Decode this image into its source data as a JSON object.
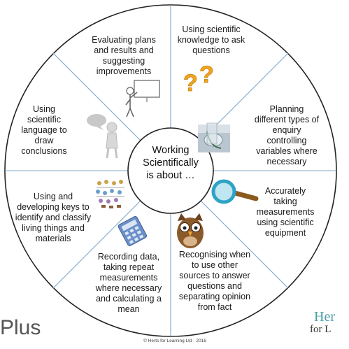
{
  "center": {
    "line1": "Working",
    "line2": "Scientifically",
    "line3": "is about …"
  },
  "segments": [
    {
      "id": "evaluating",
      "lines": [
        "Evaluating plans",
        "and results  and",
        "suggesting",
        "improvements"
      ]
    },
    {
      "id": "asking-questions",
      "lines": [
        "Using scientific",
        "knowledge to ask",
        "questions"
      ]
    },
    {
      "id": "planning",
      "lines": [
        "Planning",
        "different types of",
        "enquiry",
        "controlling",
        "variables where",
        "necessary"
      ]
    },
    {
      "id": "measuring",
      "lines": [
        "Accurately",
        "taking",
        "measurements",
        "using scientific",
        "equipment"
      ]
    },
    {
      "id": "sources",
      "lines": [
        "Recognising when",
        "to use other",
        "sources to answer",
        "questions and",
        "separating opinion",
        "from fact"
      ]
    },
    {
      "id": "recording",
      "lines": [
        "Recording data,",
        "taking repeat",
        "measurements",
        "where necessary",
        "and calculating a",
        "mean"
      ]
    },
    {
      "id": "keys",
      "lines": [
        "Using and",
        "developing keys  to",
        "identify and classify",
        "living things and",
        "materials"
      ]
    },
    {
      "id": "language",
      "lines": [
        "Using",
        "scientific",
        "language to",
        "draw",
        "conclusions"
      ]
    }
  ],
  "footer": {
    "copyright": "© Herts for Learning Ltd - 2016",
    "brand_left": "Plus",
    "brand_right_1": "Her",
    "brand_right_2": "for L"
  },
  "colors": {
    "ring_stroke": "#222222",
    "divider": "#7fa7c9",
    "question_mark": "#f2a51d",
    "magnifier_lens": "#2ea3c6",
    "magnifier_handle": "#8a5a1e",
    "owl": "#8b5a2b",
    "calculator": "#6b8fc9",
    "brand_teal": "#4aa0a8"
  },
  "icons": [
    "teacher-board-icon",
    "question-marks-icon",
    "test-tube-photo-icon",
    "magnifying-glass-icon",
    "owl-icon",
    "calculator-icon",
    "classification-key-icon",
    "speech-person-icon"
  ]
}
